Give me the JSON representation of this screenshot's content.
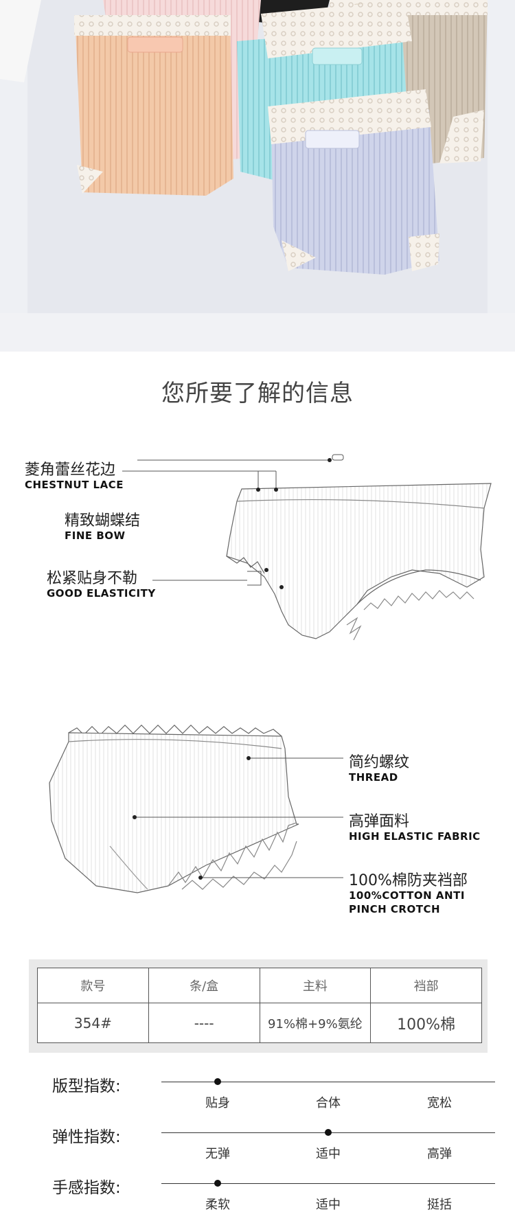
{
  "section_title": "您所要了解的信息",
  "callouts": {
    "lace": {
      "cn": "菱角蕾丝花边",
      "en": "CHESTNUT LACE"
    },
    "bow": {
      "cn": "精致蝴蝶结",
      "en": "FINE BOW"
    },
    "elastic": {
      "cn": "松紧贴身不勒",
      "en": "GOOD ELASTICITY"
    },
    "thread": {
      "cn": "简约螺纹",
      "en": "THREAD"
    },
    "fabric": {
      "cn": "高弹面料",
      "en": "HIGH ELASTIC FABRIC"
    },
    "crotch": {
      "cn": "100%棉防夹裆部",
      "en_line1": "100%COTTON ANTI",
      "en_line2": "PINCH CROTCH"
    }
  },
  "spec_table": {
    "headers": [
      "款号",
      "条/盒",
      "主料",
      "裆部"
    ],
    "values": [
      "354#",
      "----",
      "91%棉+9%氨纶",
      "100%棉"
    ]
  },
  "indices": [
    {
      "label": "版型指数:",
      "options": [
        "贴身",
        "合体",
        "宽松"
      ],
      "selected": 0
    },
    {
      "label": "弹性指数:",
      "options": [
        "无弹",
        "适中",
        "高弹"
      ],
      "selected": 1
    },
    {
      "label": "手感指数:",
      "options": [
        "柔软",
        "适中",
        "挺括"
      ],
      "selected": 0
    }
  ],
  "colors": {
    "peach": "#f3c9a8",
    "pink": "#f4d6d6",
    "aqua": "#9fe0e6",
    "taupe": "#cfc3b3",
    "lavender": "#c9cfe6",
    "black": "#1e1e1e",
    "line": "#555555"
  }
}
